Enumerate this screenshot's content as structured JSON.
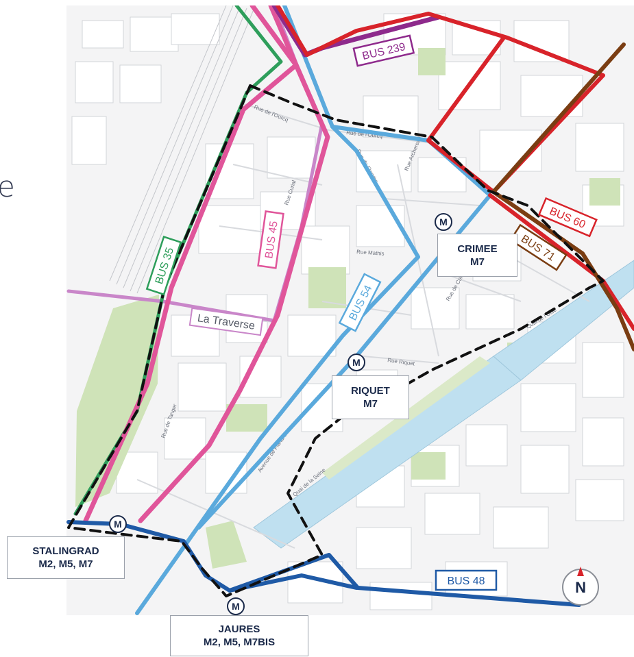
{
  "edge_text": "e",
  "stations": [
    {
      "id": "stalingrad",
      "name": "STALINGRAD",
      "lines": "M2, M5, M7"
    },
    {
      "id": "jaures",
      "name": "JAURES",
      "lines": "M2, M5, M7BIS"
    },
    {
      "id": "riquet",
      "name": "RIQUET",
      "lines": "M7"
    },
    {
      "id": "crimee",
      "name": "CRIMEE",
      "lines": "M7"
    }
  ],
  "metro_symbol": "M",
  "bus_lines": [
    {
      "id": "bus35",
      "label": "BUS 35",
      "color": "#2e9e5b"
    },
    {
      "id": "bus45",
      "label": "BUS 45",
      "color": "#e0559a"
    },
    {
      "id": "bus54",
      "label": "BUS 54",
      "color": "#5aa9dc"
    },
    {
      "id": "bus239",
      "label": "BUS 239",
      "color": "#8e2a8c"
    },
    {
      "id": "bus60",
      "label": "BUS 60",
      "color": "#d8232a"
    },
    {
      "id": "bus71",
      "label": "BUS 71",
      "color": "#7a3d12"
    },
    {
      "id": "bus48",
      "label": "BUS 48",
      "color": "#1f5aa6"
    }
  ],
  "la_traverse": {
    "label": "La Traverse",
    "color": "#c986c9"
  },
  "streets": {
    "rue_de_flandre": "Rue de Flandre",
    "avenue_de_flandre": "Avenue de Flandre",
    "rue_de_l_ourcq": "Rue de l'Ourcq",
    "rue_riquet": "Rue Riquet",
    "quai_de_la_seine": "Quai de la Seine",
    "rue_de_crimee": "Rue de Crimée",
    "rue_curial": "Rue Curial",
    "quai_de_l_oise": "Quai de l'Oise",
    "rue_archereau": "Rue Archereau",
    "rue_mathis": "Rue Mathis",
    "rue_tanger": "Rue de Tanger"
  },
  "compass": {
    "letter": "N",
    "arrow_color": "#d8232a"
  },
  "colors": {
    "water": "#bfe0f0",
    "park": "#cfe3b8",
    "block": "#f2f2f2",
    "street_line": "#d0d2d6",
    "boundary": "#111111",
    "station_text": "#1b2a4a"
  }
}
